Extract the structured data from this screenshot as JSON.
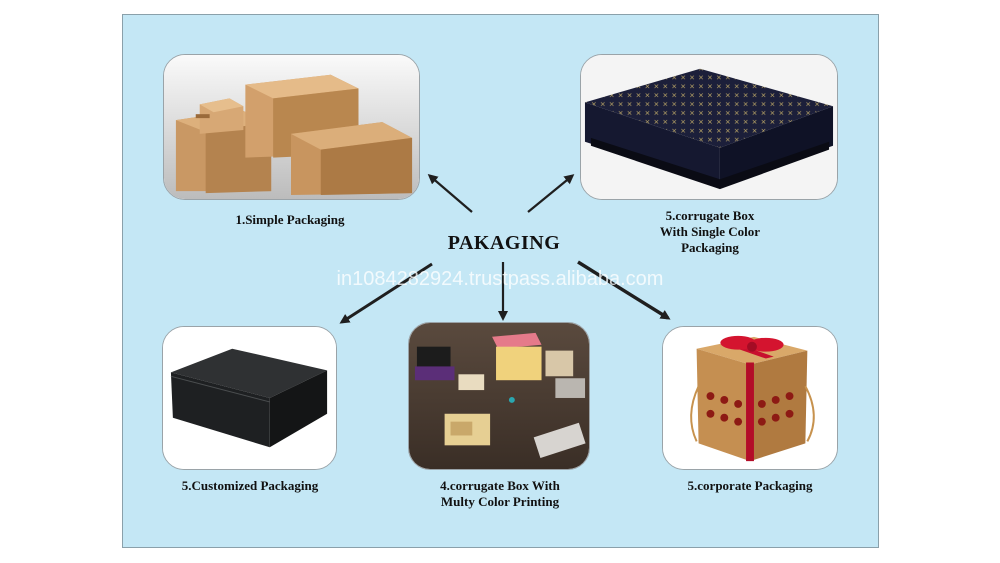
{
  "diagram": {
    "center_label": "PAKAGING",
    "watermark": "in1084282924.trustpass.alibaba.com",
    "items": [
      {
        "caption": "1.Simple Packaging",
        "image": "stacked-cardboard-boxes"
      },
      {
        "caption": "5.corrugate Box\nWith Single Color\nPackaging",
        "image": "black-patterned-gift-box"
      },
      {
        "caption": "5.Customized Packaging",
        "image": "black-rigid-box"
      },
      {
        "caption": "4.corrugate Box With\nMulty Color Printing",
        "image": "colorful-drawer-boxes"
      },
      {
        "caption": "5.corporate Packaging",
        "image": "kraft-box-with-ribbon"
      }
    ]
  },
  "colors": {
    "panel": "#c4e7f5",
    "arrow": "#1f1f1f",
    "text": "#111111"
  }
}
